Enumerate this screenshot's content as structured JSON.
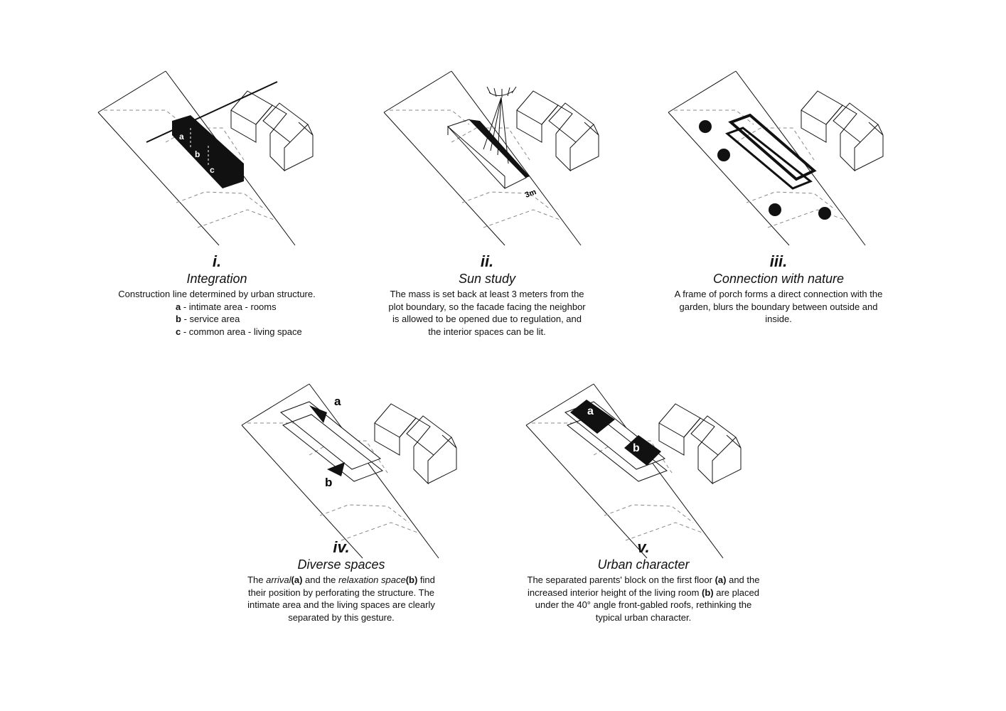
{
  "panels": [
    {
      "num": "i.",
      "title": "Integration",
      "text": "Construction line determined by urban structure.",
      "legend": [
        {
          "key": "a",
          "text": " - intimate area - rooms"
        },
        {
          "key": "b",
          "text": " - service area"
        },
        {
          "key": "c",
          "text": " - common area - living space"
        }
      ],
      "labels": [
        "a",
        "b",
        "c"
      ]
    },
    {
      "num": "ii.",
      "title": "Sun study",
      "text": "The mass is set back at least 3 meters from the plot boundary, so the facade facing the neighbor is allowed to be opened due to regulation, and the interior spaces can be lit.",
      "labels": [
        "3m"
      ]
    },
    {
      "num": "iii.",
      "title": "Connection with nature",
      "text": "A frame of porch forms a direct connection with the garden, blurs the boundary between outside and inside."
    },
    {
      "num": "iv.",
      "title": "Diverse spaces",
      "t1": "The ",
      "t2": "arrival",
      "t3": "(a)",
      "t4": " and the ",
      "t5": "relaxation space",
      "t6": "(b)",
      "t7": " find their position by perforating the structure. The intimate area and the living spaces are clearly separated by this gesture.",
      "labels": [
        "a",
        "b"
      ]
    },
    {
      "num": "v.",
      "title": "Urban character",
      "t1": "The separated parents' block on the first floor ",
      "t2": "(a)",
      "t3": " and the increased interior height of the living room ",
      "t4": "(b)",
      "t5": " are placed under the 40° angle front-gabled roofs, rethinking the typical urban character.",
      "labels": [
        "a",
        "b"
      ]
    }
  ]
}
